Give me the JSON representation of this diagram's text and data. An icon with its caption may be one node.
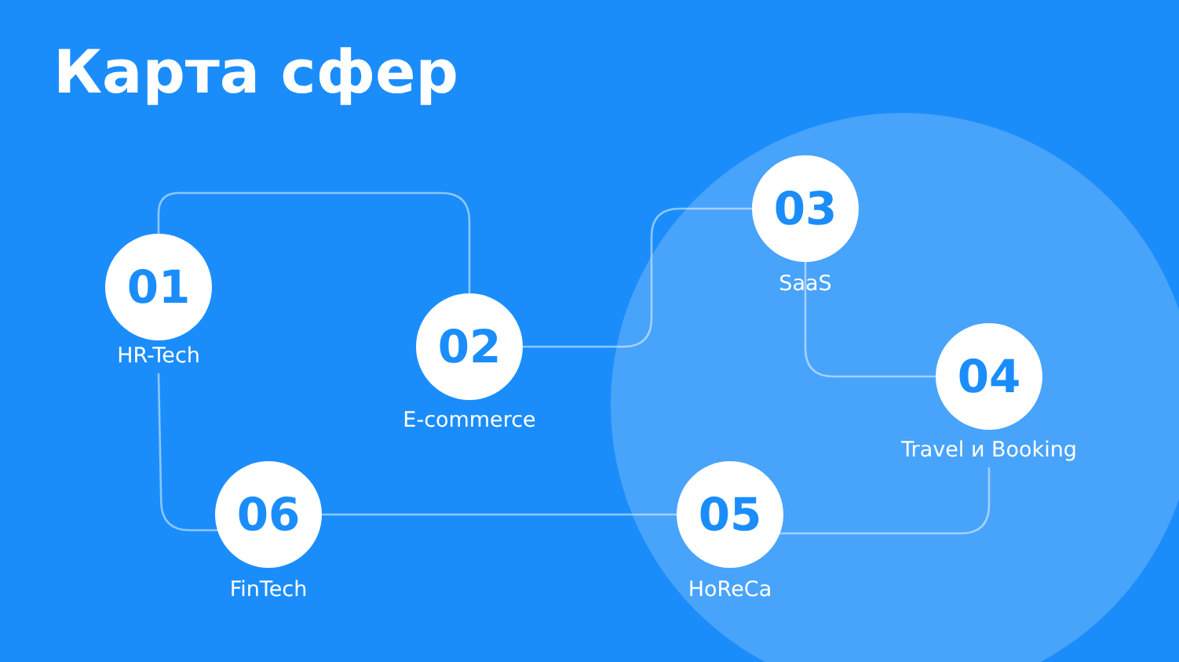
{
  "diagram": {
    "title": "Карта сфер",
    "nodes": [
      {
        "text": [
          "01"
        ],
        "beside": [
          "HR-Tech"
        ]
      },
      {
        "text": [
          "02"
        ],
        "beside": [
          "E-commerce"
        ]
      },
      {
        "text": [
          "03"
        ],
        "beside": [
          "SaaS"
        ]
      },
      {
        "text": [
          "04"
        ],
        "beside": [
          "Travel и Booking"
        ]
      },
      {
        "text": [
          "05"
        ],
        "beside": [
          "HoReCa"
        ]
      },
      {
        "text": [
          "06"
        ],
        "beside": [
          "FinTech"
        ]
      }
    ],
    "edges": [
      {
        "from": 0,
        "to": 1,
        "arrow": "none"
      },
      {
        "from": 1,
        "to": 2,
        "arrow": "none"
      },
      {
        "from": 2,
        "to": 3,
        "arrow": "none"
      },
      {
        "from": 3,
        "to": 4,
        "arrow": "none"
      },
      {
        "from": 4,
        "to": 5,
        "arrow": "none"
      },
      {
        "from": 5,
        "to": 0,
        "arrow": "none"
      }
    ]
  }
}
